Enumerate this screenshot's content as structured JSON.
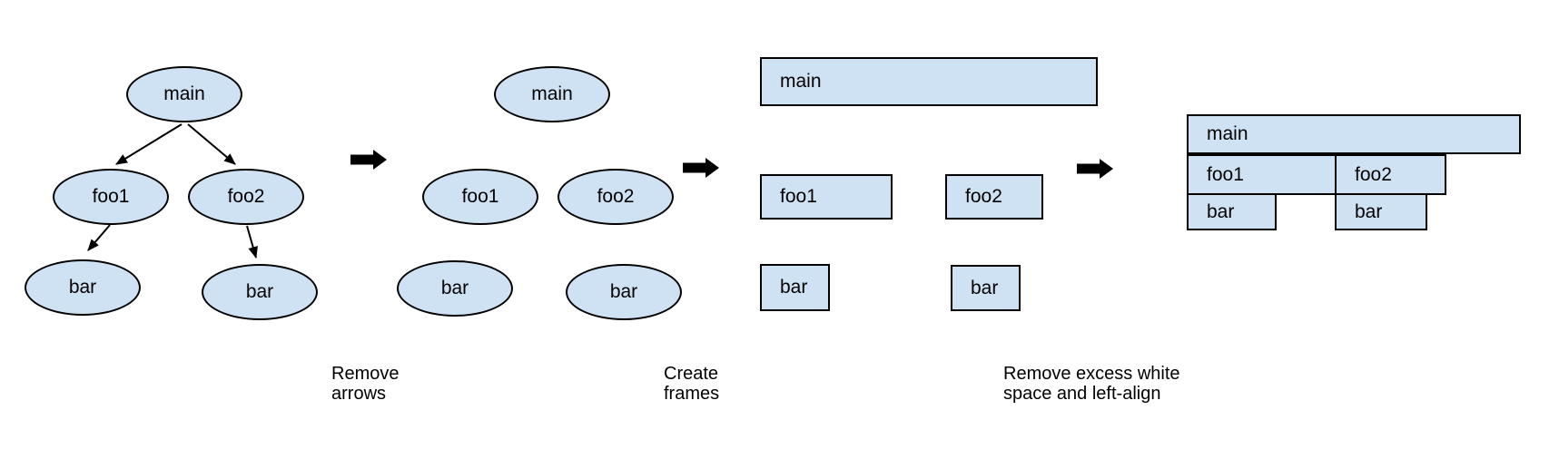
{
  "colors": {
    "background": "#ffffff",
    "node_fill": "#cfe2f3",
    "node_stroke": "#000000",
    "arrow": "#000000",
    "text": "#000000"
  },
  "stages": [
    {
      "name": "call tree with arrows",
      "shape": "ellipse",
      "nodes": [
        {
          "label": "main"
        },
        {
          "label": "foo1"
        },
        {
          "label": "foo2"
        },
        {
          "label": "bar"
        },
        {
          "label": "bar"
        }
      ],
      "edges": [
        "main-foo1",
        "main-foo2",
        "foo1-bar",
        "foo2-bar"
      ]
    },
    {
      "name": "arrows removed",
      "shape": "ellipse",
      "nodes": [
        {
          "label": "main"
        },
        {
          "label": "foo1"
        },
        {
          "label": "foo2"
        },
        {
          "label": "bar"
        },
        {
          "label": "bar"
        }
      ]
    },
    {
      "name": "frames",
      "shape": "rect",
      "nodes": [
        {
          "label": "main"
        },
        {
          "label": "foo1"
        },
        {
          "label": "foo2"
        },
        {
          "label": "bar"
        },
        {
          "label": "bar"
        }
      ]
    },
    {
      "name": "compacted flame graph",
      "shape": "rect",
      "nodes": [
        {
          "label": "main"
        },
        {
          "label": "foo1"
        },
        {
          "label": "foo2"
        },
        {
          "label": "bar"
        },
        {
          "label": "bar"
        }
      ]
    }
  ],
  "captions": [
    {
      "line1": "Remove",
      "line2": "arrows"
    },
    {
      "line1": "Create",
      "line2": "frames"
    },
    {
      "line1": "Remove excess white",
      "line2": "space and left-align"
    }
  ]
}
